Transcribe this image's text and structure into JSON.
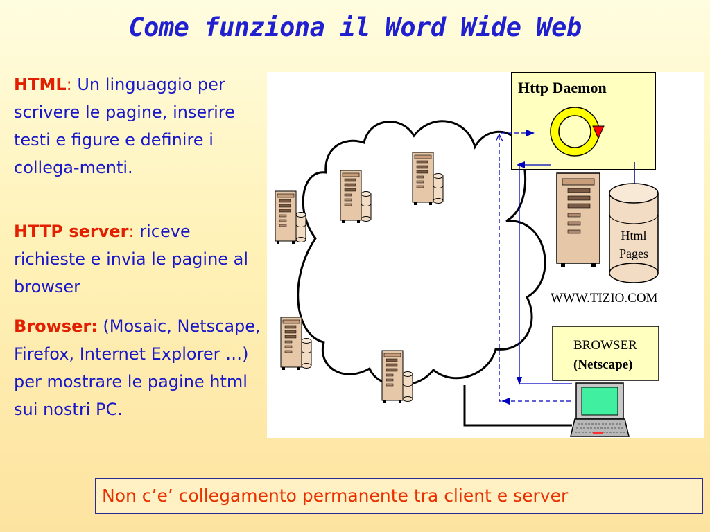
{
  "title": "Come funziona il Word Wide Web",
  "paragraphs": {
    "html": {
      "term": "HTML",
      "colon": ":",
      "text": " Un linguaggio per scrivere le pagine, inserire testi e figure e definire i  collega-menti."
    },
    "server": {
      "term": "HTTP server",
      "colon": ":",
      "text": "  riceve richieste e invia le pagine al browser"
    },
    "browser": {
      "term": "Browser:",
      "text": " (Mosaic, Netscape, Firefox, Internet Explorer …) per mostrare le pagine html sui nostri PC."
    }
  },
  "diagram": {
    "daemon_label": "Http Daemon",
    "pages_label_line1": "Html",
    "pages_label_line2": "Pages",
    "site_label": "WWW.TIZIO.COM",
    "browser_label_line1": "BROWSER",
    "browser_label_line2": "(Netscape)"
  },
  "colors": {
    "title": "#2020d0",
    "body_text": "#1818c8",
    "term": "#e02000",
    "note_text": "#e83000",
    "daemon_box": "#ffffc0",
    "daemon_ring": "#ffff00",
    "screen": "#40f0a0",
    "arrow": "#0000c0"
  },
  "note": "Non c’e’ collegamento permanente tra client e server"
}
